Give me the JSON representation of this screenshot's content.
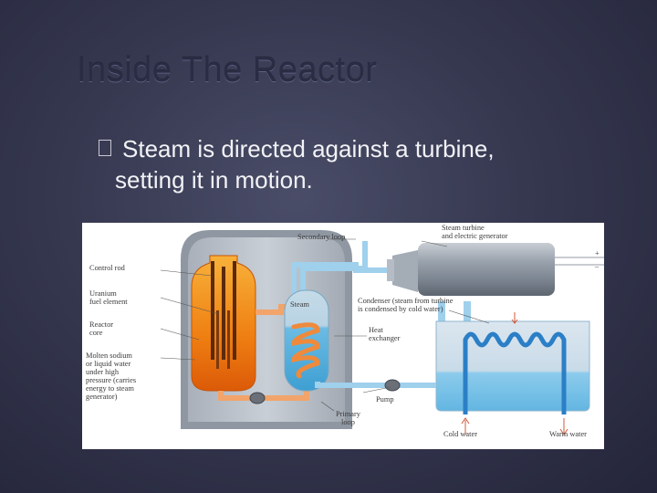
{
  "slide": {
    "title": "Inside The Reactor",
    "bullet_line1": "Steam is directed against a turbine,",
    "bullet_line2": "setting it in motion."
  },
  "diagram": {
    "labels": {
      "control_rod": "Control rod",
      "uranium_1": "Uranium",
      "uranium_2": "fuel element",
      "reactor_1": "Reactor",
      "reactor_2": "core",
      "molten_1": "Molten sodium",
      "molten_2": "or liquid water",
      "molten_3": "under high",
      "molten_4": "pressure (carries",
      "molten_5": "energy to steam",
      "molten_6": "generator)",
      "secondary_loop": "Secondary loop",
      "steam": "Steam",
      "turbine_1": "Steam turbine",
      "turbine_2": "and electric generator",
      "plus": "+",
      "minus": "–",
      "condenser_1": "Condenser (steam from turbine",
      "condenser_2": "is condensed by cold water)",
      "heat_1": "Heat",
      "heat_2": "exchanger",
      "pump": "Pump",
      "primary_1": "Primary",
      "primary_2": "loop",
      "cold_water": "Cold water",
      "warm_water": "Warm water"
    }
  }
}
